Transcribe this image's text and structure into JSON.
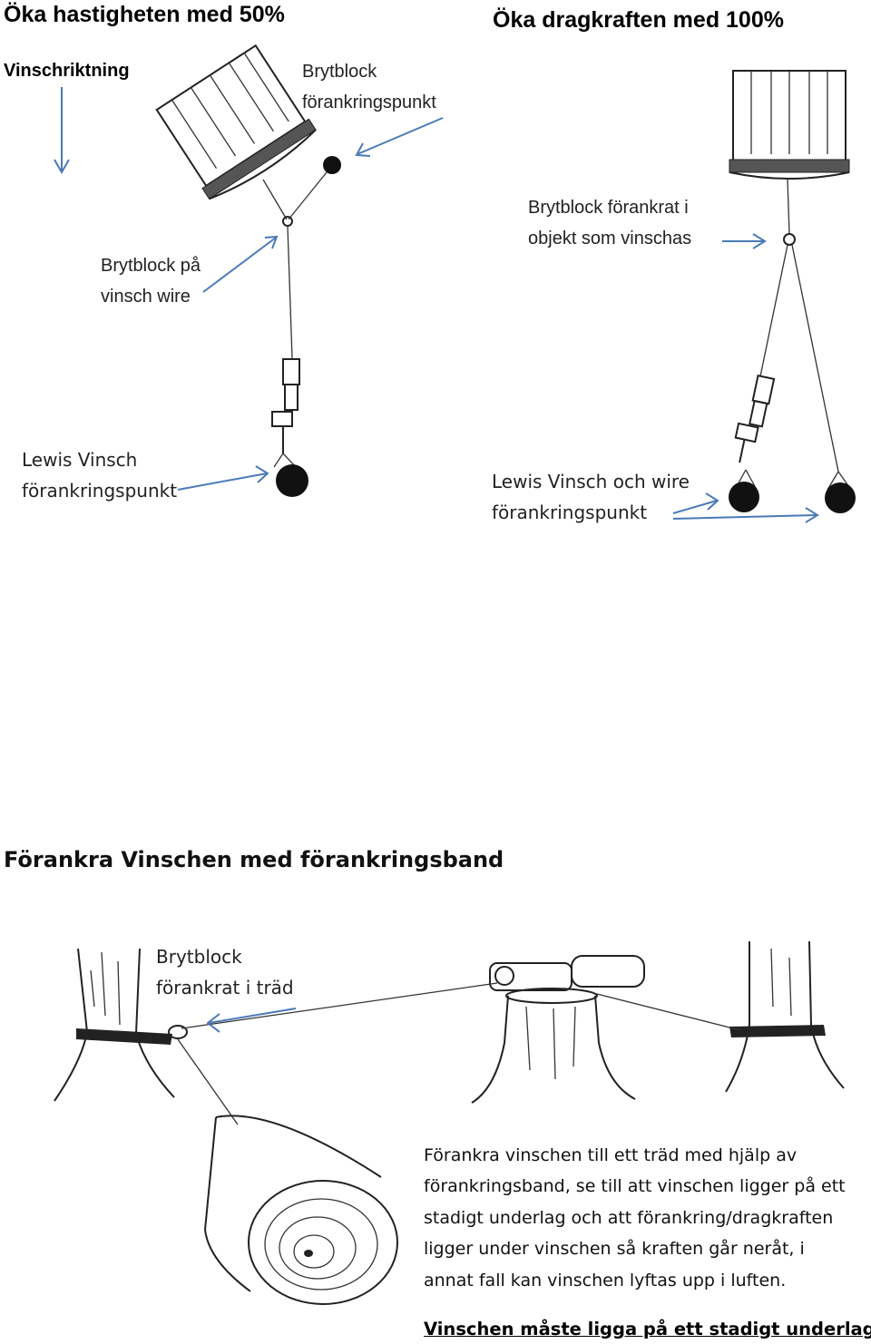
{
  "top_left": {
    "title": "Öka hastigheten med 50%",
    "direction_label": "Vinschriktning",
    "anchor_block_label": [
      "Brytblock",
      "förankringspunkt"
    ],
    "block_on_wire_label": [
      "Brytblock på",
      "vinsch wire"
    ],
    "winch_anchor_label": [
      "Lewis Vinsch",
      "förankringspunkt"
    ]
  },
  "top_right": {
    "title": "Öka dragkraften med 100%",
    "block_anchored_label": [
      "Brytblock förankrat i",
      "objekt som vinschas"
    ],
    "winch_wire_anchor_label": [
      "Lewis Vinsch och wire",
      "förankringspunkt"
    ]
  },
  "section": {
    "heading": "Förankra Vinschen med förankringsband",
    "tree_block_label": [
      "Brytblock",
      "förankrat i träd"
    ],
    "instructions": [
      "Förankra vinschen till ett träd med hjälp av",
      "förankringsband, se till att vinschen ligger på ett",
      "stadigt underlag och att förankring/dragkraften",
      "ligger under vinschen så kraften går neråt, i",
      "annat fall kan vinschen lyftas upp i luften."
    ],
    "warning": "Vinschen måste ligga på ett stadigt underlag"
  },
  "colors": {
    "arrow": "#4a7ab8",
    "ink": "#222222"
  }
}
